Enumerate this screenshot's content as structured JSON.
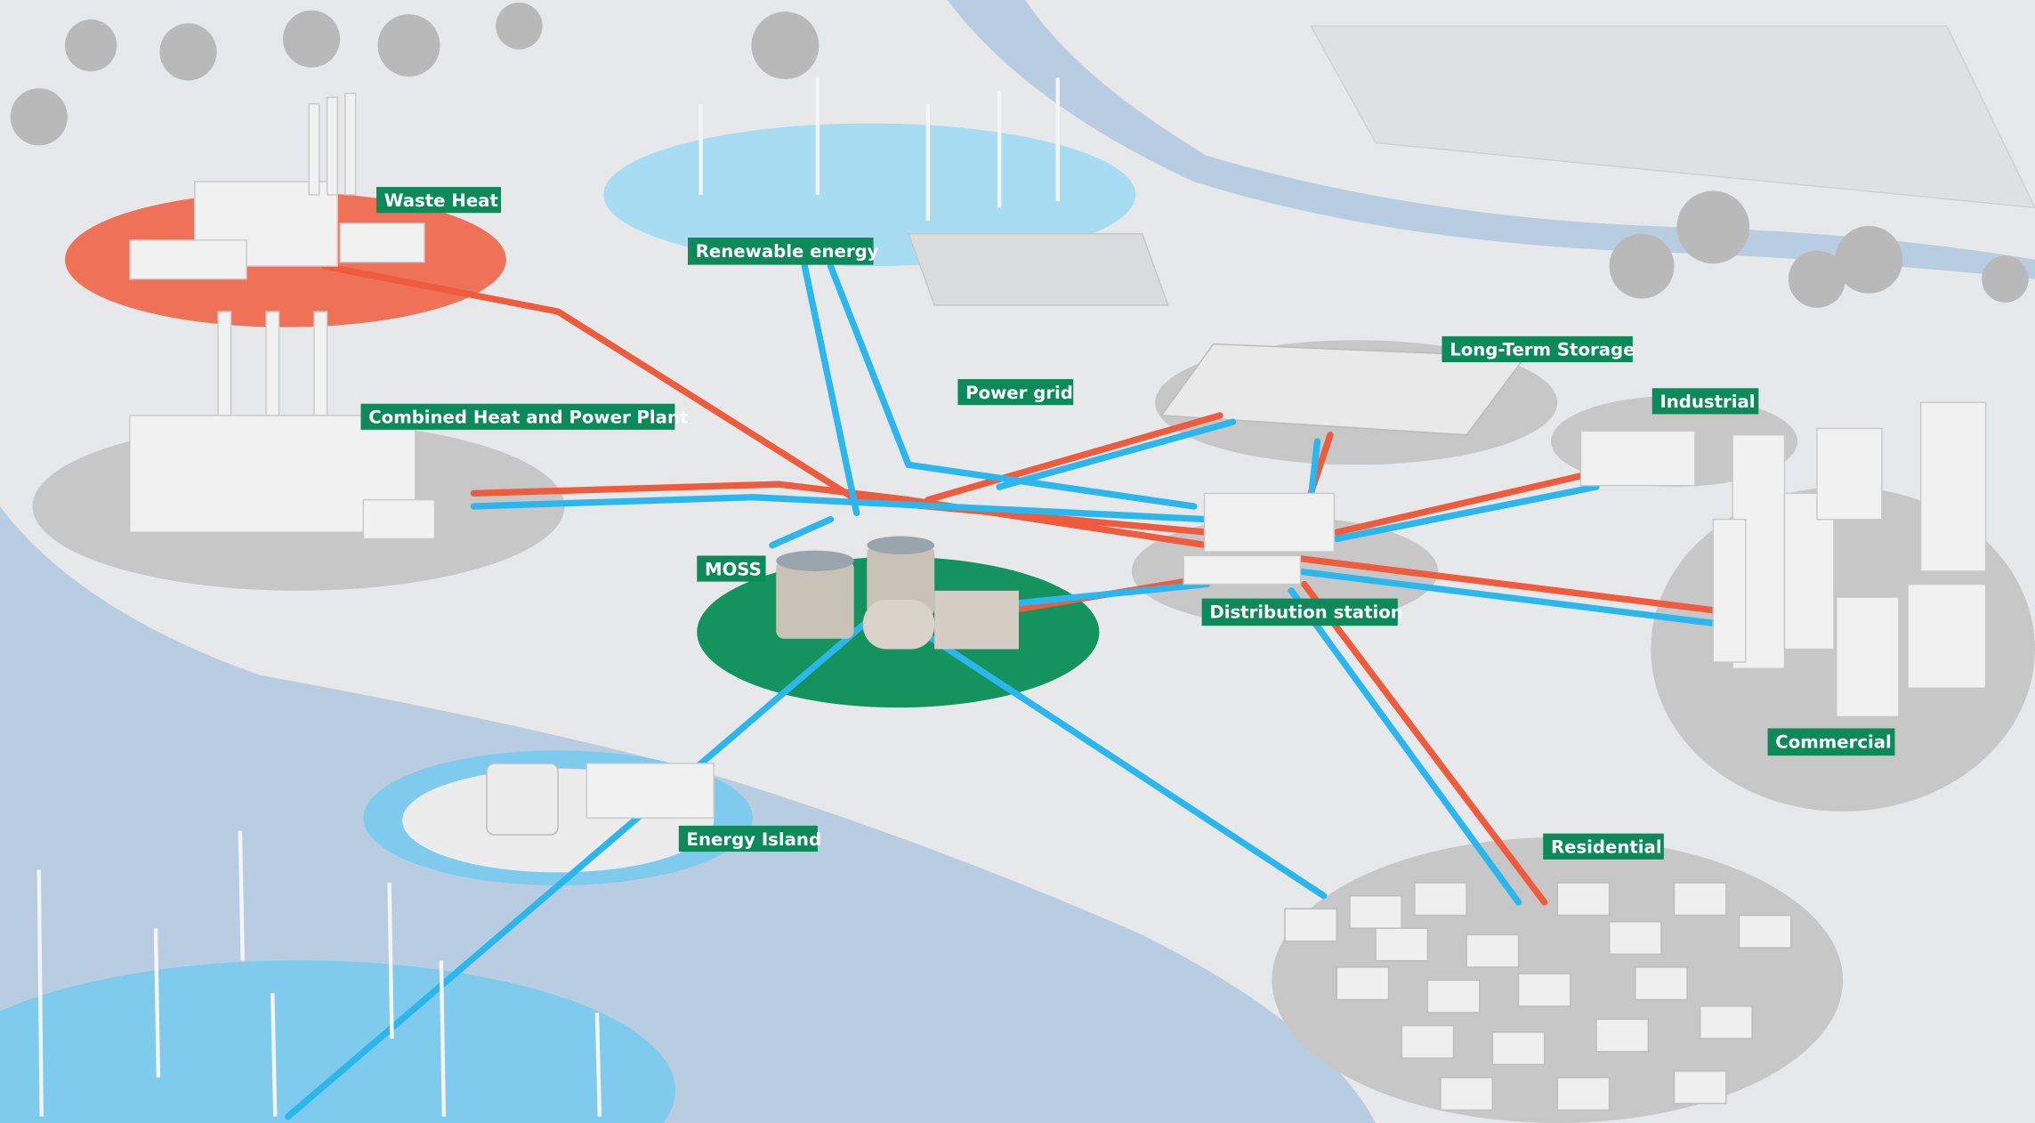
{
  "labels": {
    "waste_heat": "Waste Heat",
    "renewable_energy": "Renewable energy",
    "chp_plant": "Combined Heat and Power Plant",
    "power_grid": "Power grid",
    "long_term_storage": "Long-Term Storage",
    "industrial": "Industrial",
    "moss": "MOSS",
    "distribution_station": "Distribution station",
    "commercial": "Commercial",
    "energy_island": "Energy Island",
    "residential": "Residential"
  },
  "colors": {
    "label_bg": "#0e8a5a",
    "heat_line": "#ef5b3d",
    "power_line": "#2bb6ee",
    "moss_zone": "#14935f",
    "waste_heat_zone": "#ef7158",
    "renewable_zone": "#a8dcf2",
    "water": "#b9cde2"
  }
}
